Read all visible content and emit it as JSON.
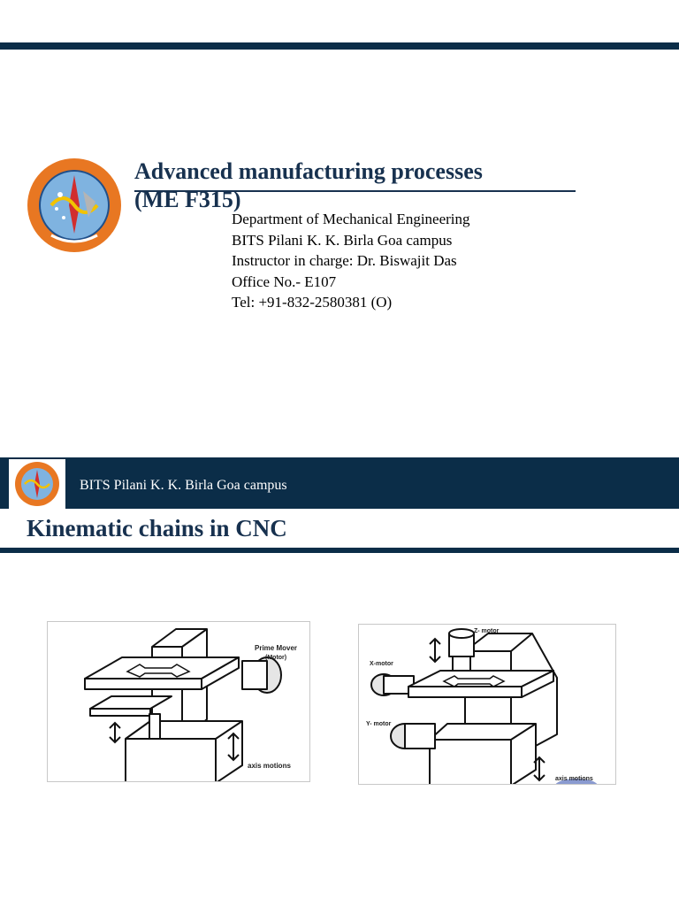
{
  "slide1": {
    "title_line1": "Advanced manufacturing processes",
    "title_line2": "(ME F315)",
    "info": [
      "Department of Mechanical Engineering",
      "BITS Pilani K. K. Birla Goa campus",
      "Instructor in charge: Dr. Biswajit Das",
      "Office No.- E107",
      "Tel: +91-832-2580381 (O)"
    ],
    "logo_icon": "bits-pilani-emblem"
  },
  "slide2": {
    "header_text": "BITS Pilani K. K. Birla Goa campus",
    "title": "Kinematic chains in CNC",
    "logo_icon": "bits-pilani-emblem",
    "figure1": {
      "label_prime_mover": "Prime Mover",
      "label_motor": "(Motor)",
      "label_axis": "axis motions"
    },
    "figure2": {
      "label_z": "Z- motor",
      "label_x": "X-motor",
      "label_y": "Y- motor",
      "label_axis": "axis motions"
    }
  },
  "colors": {
    "navy": "#0b2d48",
    "title_blue": "#17314f",
    "logo_orange": "#e87722",
    "logo_red": "#c0392b"
  }
}
